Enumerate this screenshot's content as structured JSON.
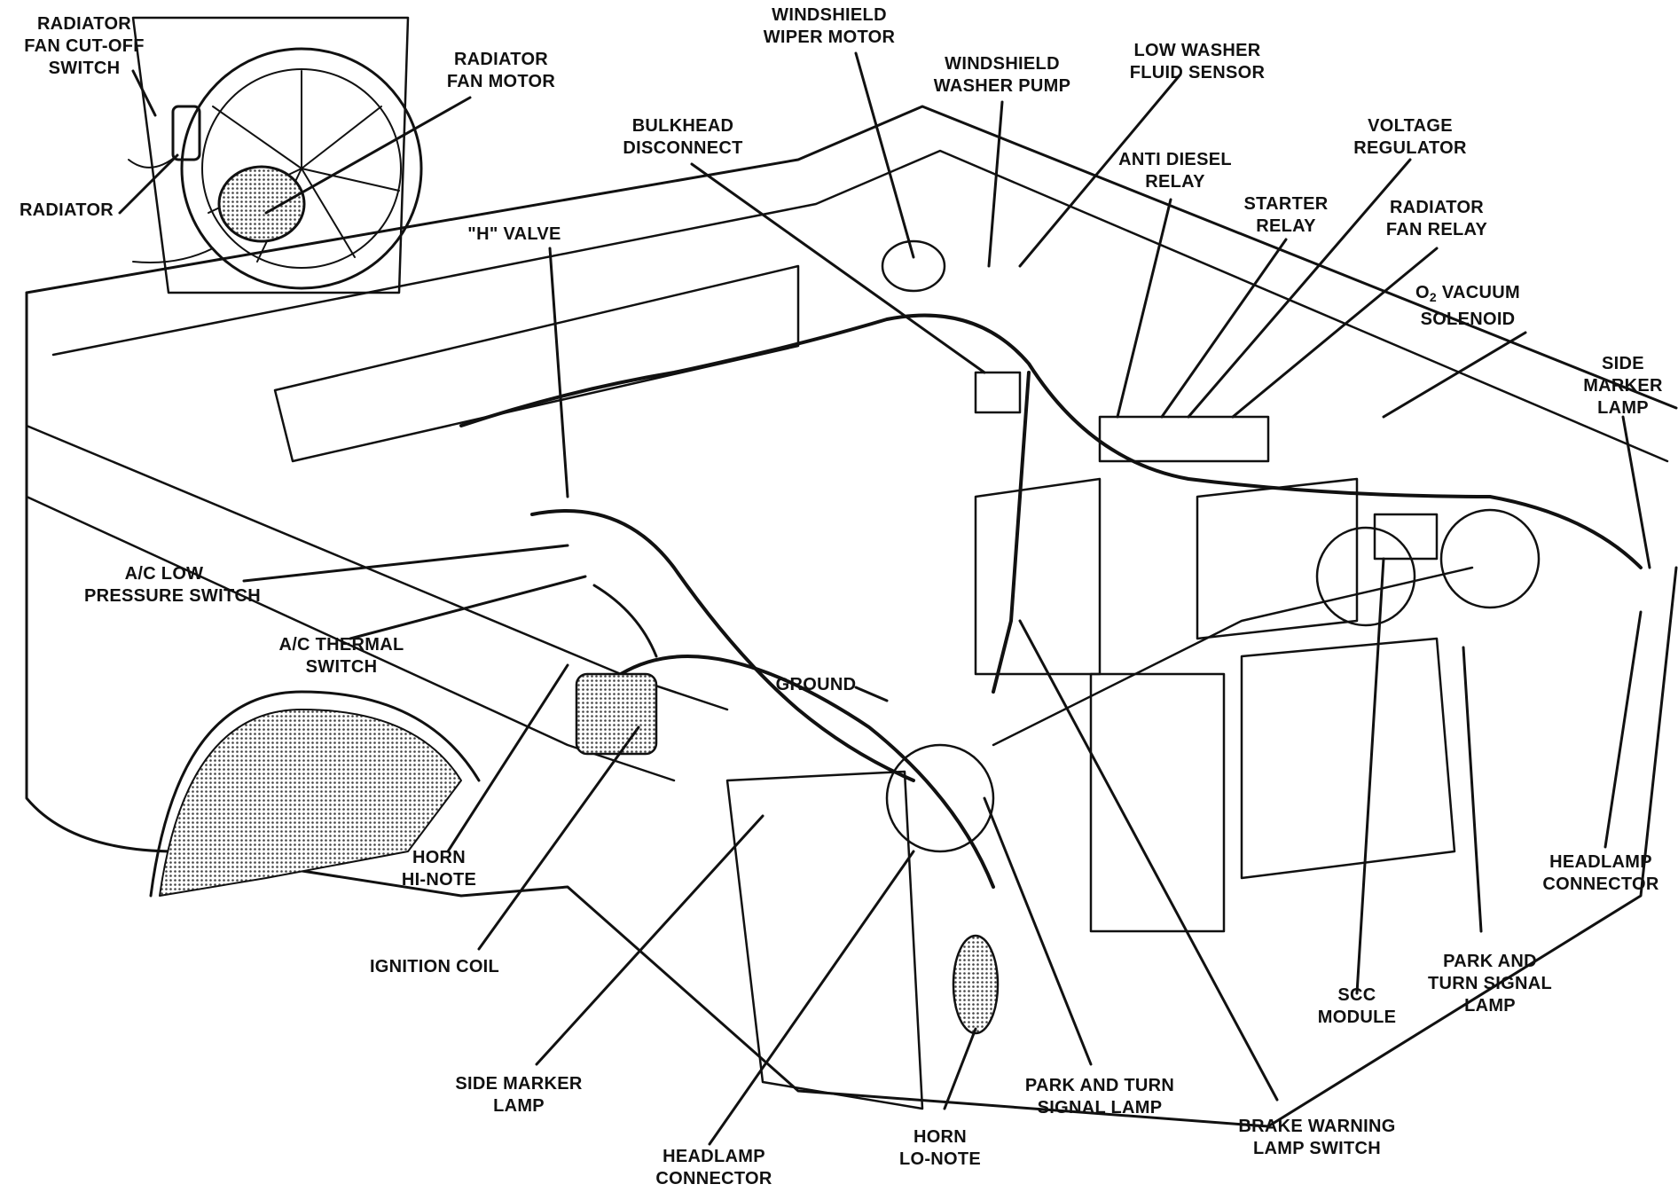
{
  "labels": {
    "radiator_fan_cutoff_switch": [
      "RADIATOR",
      "FAN CUT-OFF",
      "SWITCH"
    ],
    "radiator_fan_motor": [
      "RADIATOR",
      "FAN MOTOR"
    ],
    "radiator": [
      "RADIATOR"
    ],
    "windshield_wiper_motor": [
      "WINDSHIELD",
      "WIPER MOTOR"
    ],
    "windshield_washer_pump": [
      "WINDSHIELD",
      "WASHER PUMP"
    ],
    "low_washer_fluid_sensor": [
      "LOW WASHER",
      "FLUID SENSOR"
    ],
    "bulkhead_disconnect": [
      "BULKHEAD",
      "DISCONNECT"
    ],
    "voltage_regulator": [
      "VOLTAGE",
      "REGULATOR"
    ],
    "anti_diesel_relay": [
      "ANTI DIESEL",
      "RELAY"
    ],
    "starter_relay": [
      "STARTER",
      "RELAY"
    ],
    "radiator_fan_relay": [
      "RADIATOR",
      "FAN RELAY"
    ],
    "o2_vacuum_solenoid": {
      "pre": "O",
      "sub": "2",
      "post": " VACUUM",
      "line2": "SOLENOID"
    },
    "h_valve": [
      "\"H\" VALVE"
    ],
    "side_marker_lamp_right": [
      "SIDE",
      "MARKER",
      "LAMP"
    ],
    "ac_low_pressure_switch": [
      "A/C LOW",
      "PRESSURE SWITCH"
    ],
    "ac_thermal_switch": [
      "A/C THERMAL",
      "SWITCH"
    ],
    "ground": [
      "GROUND"
    ],
    "horn_hi_note": [
      "HORN",
      "HI-NOTE"
    ],
    "ignition_coil": [
      "IGNITION COIL"
    ],
    "headlamp_connector_right": [
      "HEADLAMP",
      "CONNECTOR"
    ],
    "park_turn_signal_lamp_right": [
      "PARK AND",
      "TURN SIGNAL",
      "LAMP"
    ],
    "scc_module": [
      "SCC",
      "MODULE"
    ],
    "side_marker_lamp_left": [
      "SIDE MARKER",
      "LAMP"
    ],
    "park_turn_signal_lamp_center": [
      "PARK AND TURN",
      "SIGNAL LAMP"
    ],
    "brake_warning_lamp_switch": [
      "BRAKE WARNING",
      "LAMP SWITCH"
    ],
    "horn_lo_note": [
      "HORN",
      "LO-NOTE"
    ],
    "headlamp_connector_left": [
      "HEADLAMP",
      "CONNECTOR"
    ]
  },
  "colors": {
    "ink": "#111111",
    "paper": "#ffffff",
    "shade": "#bdbdbd"
  }
}
